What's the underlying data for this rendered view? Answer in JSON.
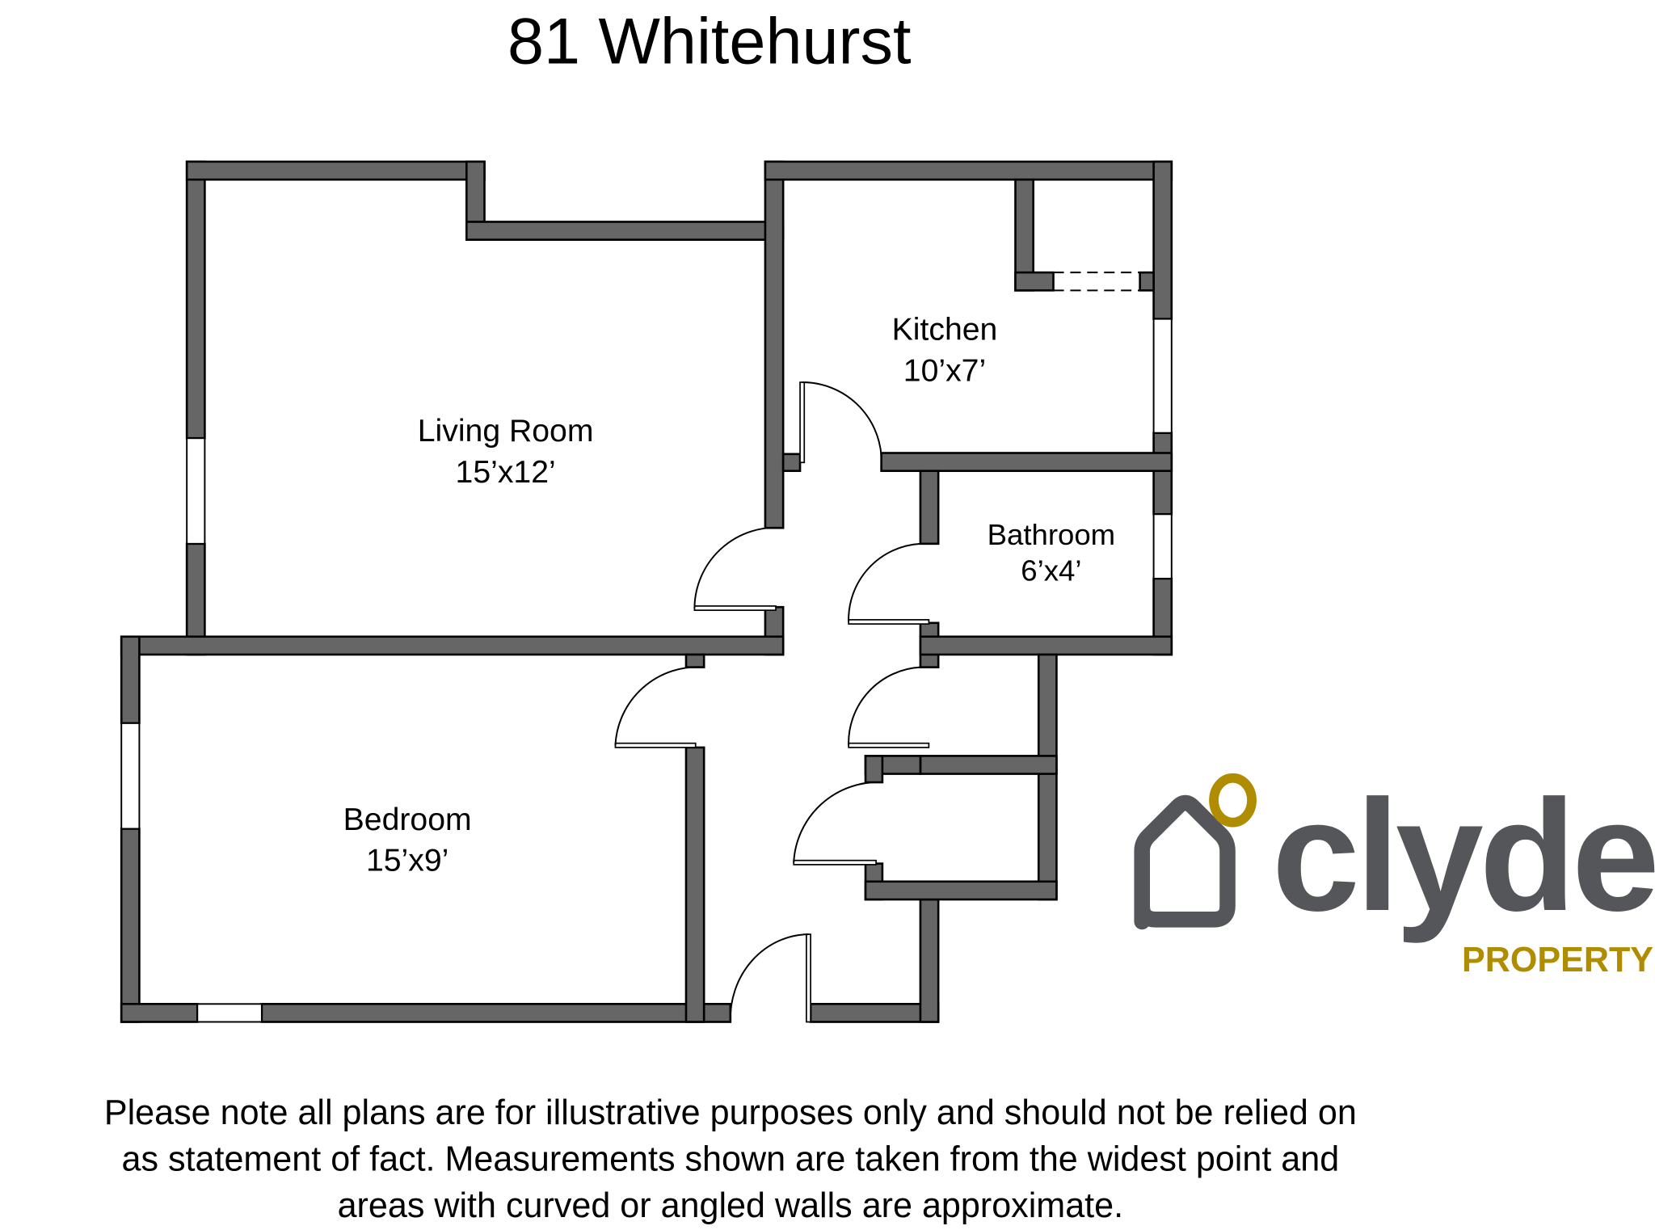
{
  "title": "81 Whitehurst",
  "rooms": [
    {
      "name": "Living Room",
      "size": "15’x12’"
    },
    {
      "name": "Kitchen",
      "size": "10’x7’"
    },
    {
      "name": "Bathroom",
      "size": "6’x4’"
    },
    {
      "name": "Bedroom",
      "size": "15’x9’"
    }
  ],
  "logo": {
    "brand": "clyde",
    "sub": "PROPERTY",
    "brand_color": "#55565a",
    "accent_color": "#b08d00"
  },
  "disclaimer": [
    "Please note all plans are for illustrative purposes only and should not be relied on",
    "as statement of fact. Measurements shown are taken from the widest point and",
    "areas with curved or angled walls are approximate."
  ],
  "colors": {
    "wall": "#666666"
  }
}
